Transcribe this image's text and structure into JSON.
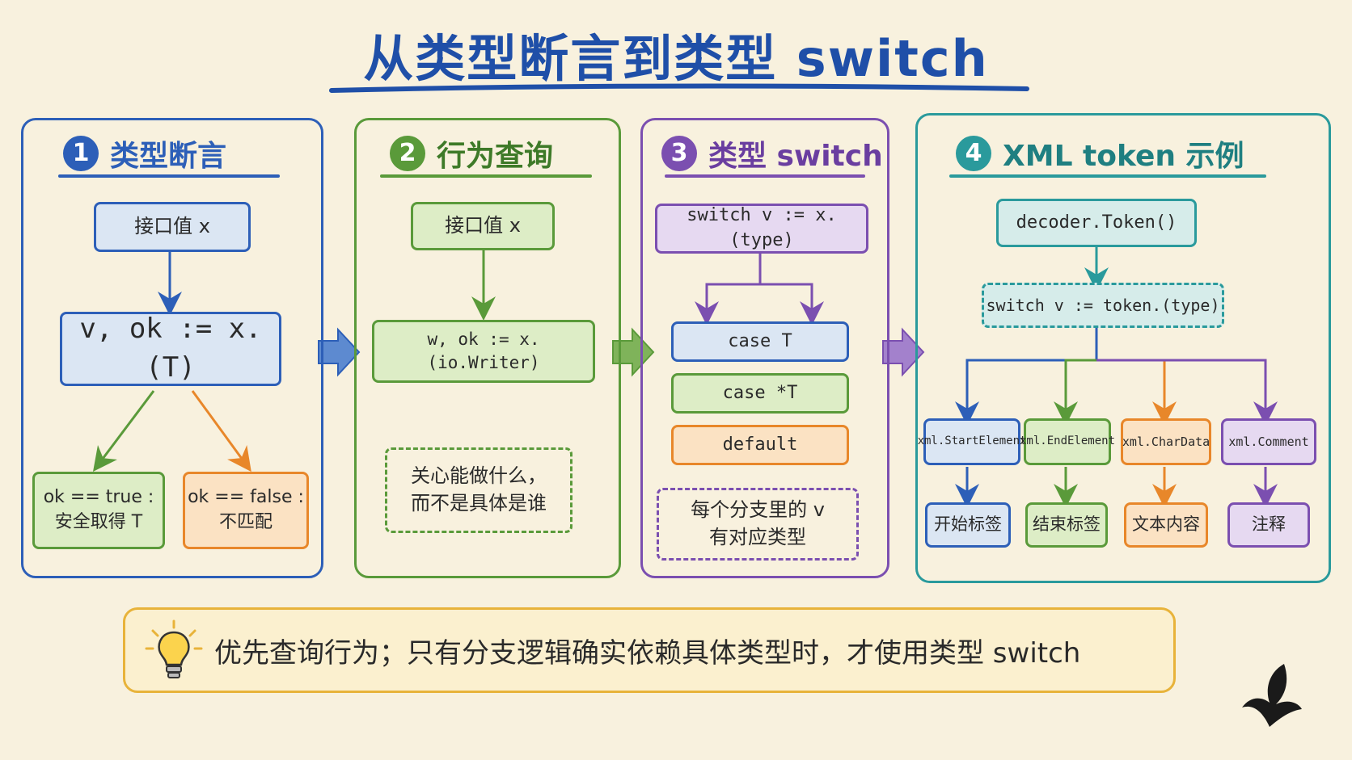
{
  "title": "从类型断言到类型 switch",
  "panels": [
    {
      "number": "1",
      "heading": "类型断言",
      "top_box": "接口值 x",
      "main_box": "v, ok := x.(T)",
      "left_box": {
        "line1": "ok == true :",
        "line2": "安全取得 T"
      },
      "right_box": {
        "line1": "ok == false :",
        "line2": "不匹配"
      }
    },
    {
      "number": "2",
      "heading": "行为查询",
      "top_box": "接口值 x",
      "main_box": "w, ok := x.(io.Writer)",
      "note": {
        "line1": "关心能做什么，",
        "line2": "而不是具体是谁"
      }
    },
    {
      "number": "3",
      "heading": "类型 switch",
      "top_box": "switch v := x.(type)",
      "cases": [
        "case T",
        "case *T",
        "default"
      ],
      "note": {
        "line1": "每个分支里的 v",
        "line2": "有对应类型"
      }
    },
    {
      "number": "4",
      "heading": "XML token 示例",
      "top_box": "decoder.Token()",
      "switch_box": "switch v := token.(type)",
      "types": [
        "xml.StartElement",
        "xml.EndElement",
        "xml.CharData",
        "xml.Comment"
      ],
      "labels": [
        "开始标签",
        "结束标签",
        "文本内容",
        "注释"
      ]
    }
  ],
  "tip": "优先查询行为；只有分支逻辑确实依赖具体类型时，才使用类型 switch",
  "colors": {
    "blue": "#2d5fb8",
    "green": "#5a9a3a",
    "purple": "#7b4fb0",
    "teal": "#2a9a9c",
    "orange": "#e8872a",
    "tip": "#e8b33a"
  },
  "icons": [
    "lightbulb-icon",
    "butterfly-logo-icon"
  ]
}
